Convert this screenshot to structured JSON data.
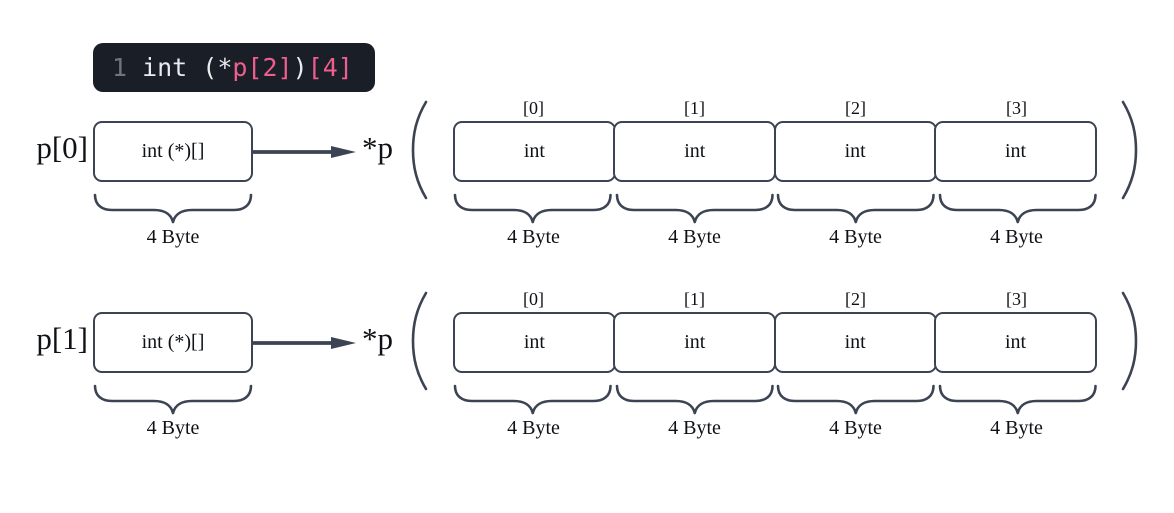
{
  "colors": {
    "stroke": "#3c4454",
    "text": "#0e1116",
    "canvas": "#ffffff",
    "code_bg": "#1a1e26",
    "code_light": "#e9ebee",
    "code_pink": "#ef5e8e",
    "code_lineno": "#6e7480"
  },
  "code_block": {
    "line_number": "1",
    "tokens": [
      {
        "text": "int (*",
        "color": "#e9ebee"
      },
      {
        "text": "p[2]",
        "color": "#ef5e8e"
      },
      {
        "text": ")",
        "color": "#e9ebee"
      },
      {
        "text": "[4]",
        "color": "#ef5e8e"
      }
    ]
  },
  "rows": [
    {
      "pointer_label": "p[0]",
      "pointer_type": "int (*)[]",
      "pointer_byte": "4 Byte",
      "deref_label": "*p",
      "cells": [
        {
          "index": "[0]",
          "type": "int",
          "byte": "4 Byte"
        },
        {
          "index": "[1]",
          "type": "int",
          "byte": "4 Byte"
        },
        {
          "index": "[2]",
          "type": "int",
          "byte": "4 Byte"
        },
        {
          "index": "[3]",
          "type": "int",
          "byte": "4 Byte"
        }
      ]
    },
    {
      "pointer_label": "p[1]",
      "pointer_type": "int (*)[]",
      "pointer_byte": "4 Byte",
      "deref_label": "*p",
      "cells": [
        {
          "index": "[0]",
          "type": "int",
          "byte": "4 Byte"
        },
        {
          "index": "[1]",
          "type": "int",
          "byte": "4 Byte"
        },
        {
          "index": "[2]",
          "type": "int",
          "byte": "4 Byte"
        },
        {
          "index": "[3]",
          "type": "int",
          "byte": "4 Byte"
        }
      ]
    }
  ]
}
